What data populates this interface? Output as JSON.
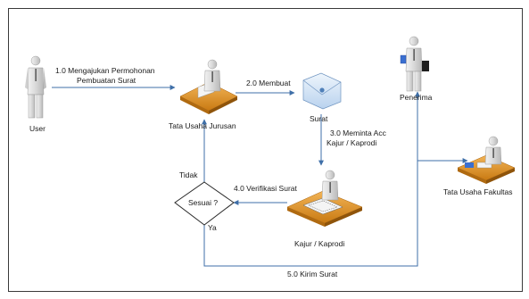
{
  "actors": {
    "user": "User",
    "tata_usaha_jurusan": "Tata Usaha Jurusan",
    "surat": "Surat",
    "penerima": "Penerima",
    "tata_usaha_fakultas": "Tata Usaha Fakultas",
    "kajur_kaprodi": "Kajur / Kaprodi"
  },
  "flows": {
    "f1_line1": "1.0 Mengajukan Permohonan",
    "f1_line2": "Pembuatan Surat",
    "f2": "2.0 Membuat",
    "f3_line1": "3.0 Meminta Acc",
    "f3_line2": "Kajur / Kaprodi",
    "f4": "4.0 Verifikasi Surat",
    "f5": "5.0 Kirim Surat"
  },
  "decision": {
    "label": "Sesuai ?",
    "no": "Tidak",
    "yes": "Ya"
  },
  "colors": {
    "arrow": "#3f6fa8",
    "desk": "#e39a2d",
    "person": "#d9d9d9",
    "envelope": "#cfe0f3"
  }
}
